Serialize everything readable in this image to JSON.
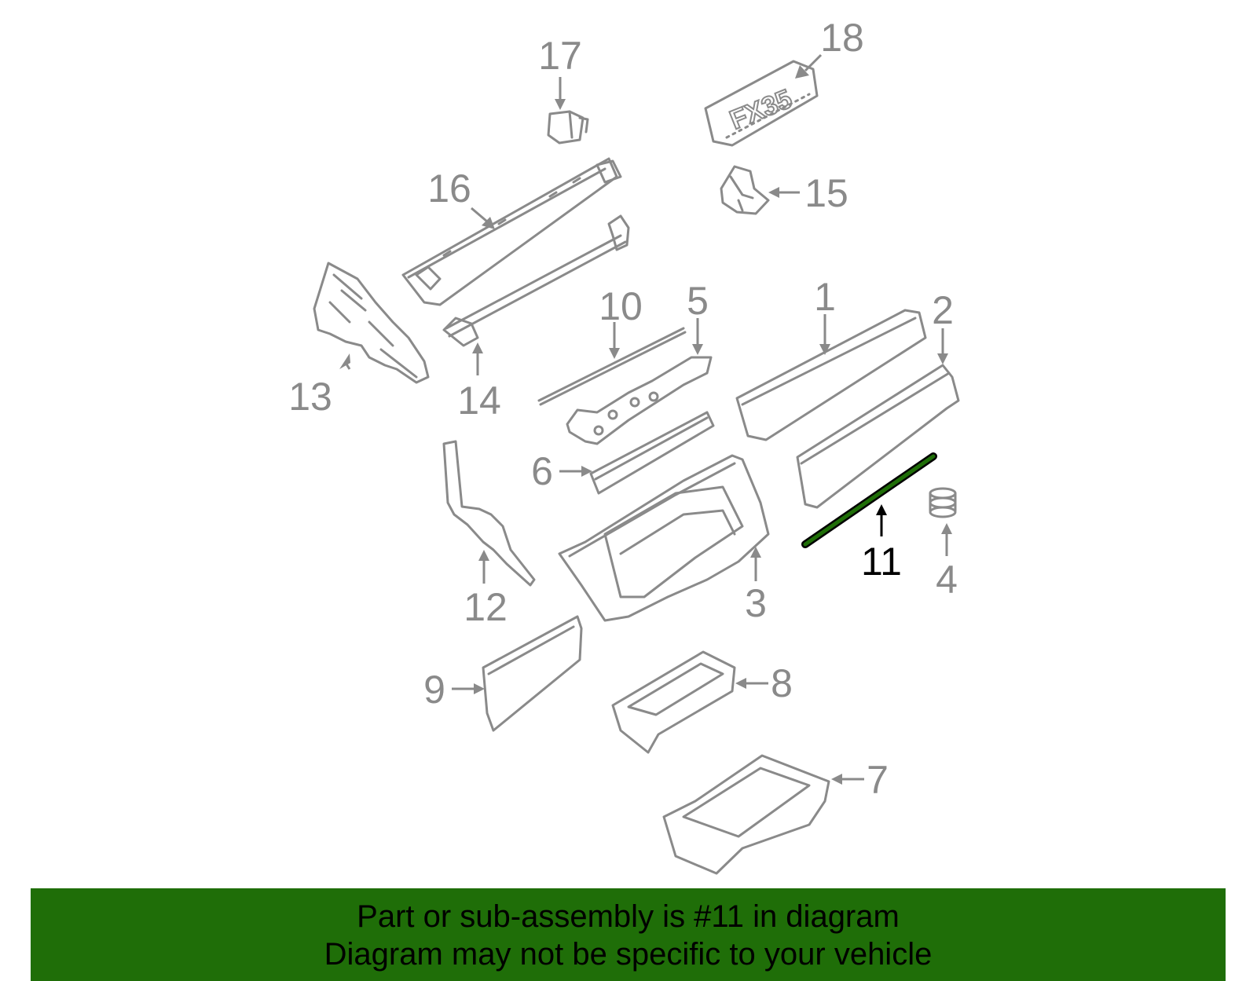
{
  "colors": {
    "line": "#8a8a8a",
    "highlight_part": "#1f6e08",
    "highlight_label": "#000000",
    "banner_background": "#1f6e08",
    "banner_text": "#000000"
  },
  "callouts": [
    {
      "number": "1",
      "highlighted": false
    },
    {
      "number": "2",
      "highlighted": false
    },
    {
      "number": "3",
      "highlighted": false
    },
    {
      "number": "4",
      "highlighted": false
    },
    {
      "number": "5",
      "highlighted": false
    },
    {
      "number": "6",
      "highlighted": false
    },
    {
      "number": "7",
      "highlighted": false
    },
    {
      "number": "8",
      "highlighted": false
    },
    {
      "number": "9",
      "highlighted": false
    },
    {
      "number": "10",
      "highlighted": false
    },
    {
      "number": "11",
      "highlighted": true
    },
    {
      "number": "12",
      "highlighted": false
    },
    {
      "number": "13",
      "highlighted": false
    },
    {
      "number": "14",
      "highlighted": false
    },
    {
      "number": "15",
      "highlighted": false
    },
    {
      "number": "16",
      "highlighted": false
    },
    {
      "number": "17",
      "highlighted": false
    },
    {
      "number": "18",
      "highlighted": false
    }
  ],
  "emblem_text": "FX35",
  "banner": {
    "line1": "Part or sub-assembly is #11 in diagram",
    "line2": "Diagram may not be specific to your vehicle"
  }
}
